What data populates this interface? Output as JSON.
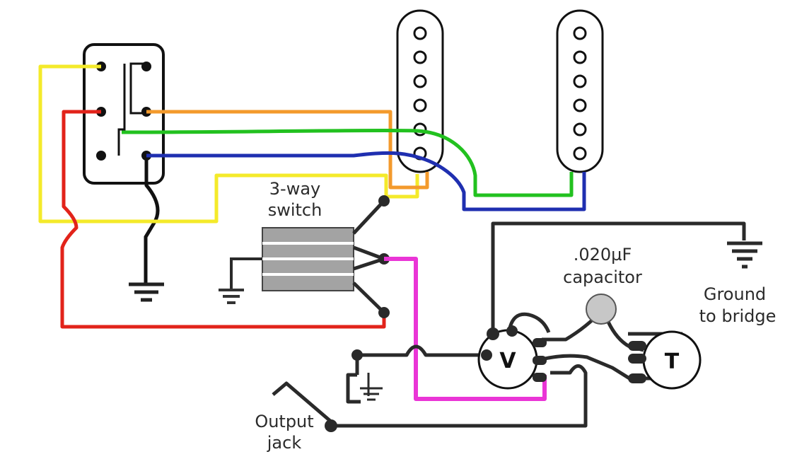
{
  "labels": {
    "switch_line1": "3-way",
    "switch_line2": "switch",
    "capacitor_line1": ".020µF",
    "capacitor_line2": "capacitor",
    "ground_line1": "Ground",
    "ground_line2": "to bridge",
    "jack_line1": "Output",
    "jack_line2": "jack",
    "volume_knob": "V",
    "tone_knob": "T"
  },
  "wire_colors": {
    "yellow": "#f4ea2a",
    "red": "#e2231a",
    "orange": "#f39a2c",
    "green": "#22c11f",
    "blue": "#1f2fb0",
    "magenta": "#ea35d6",
    "black": "#2a2a2a",
    "switch_gray": "#a3a3a3",
    "capacitor_gray": "#c7c7c7"
  }
}
